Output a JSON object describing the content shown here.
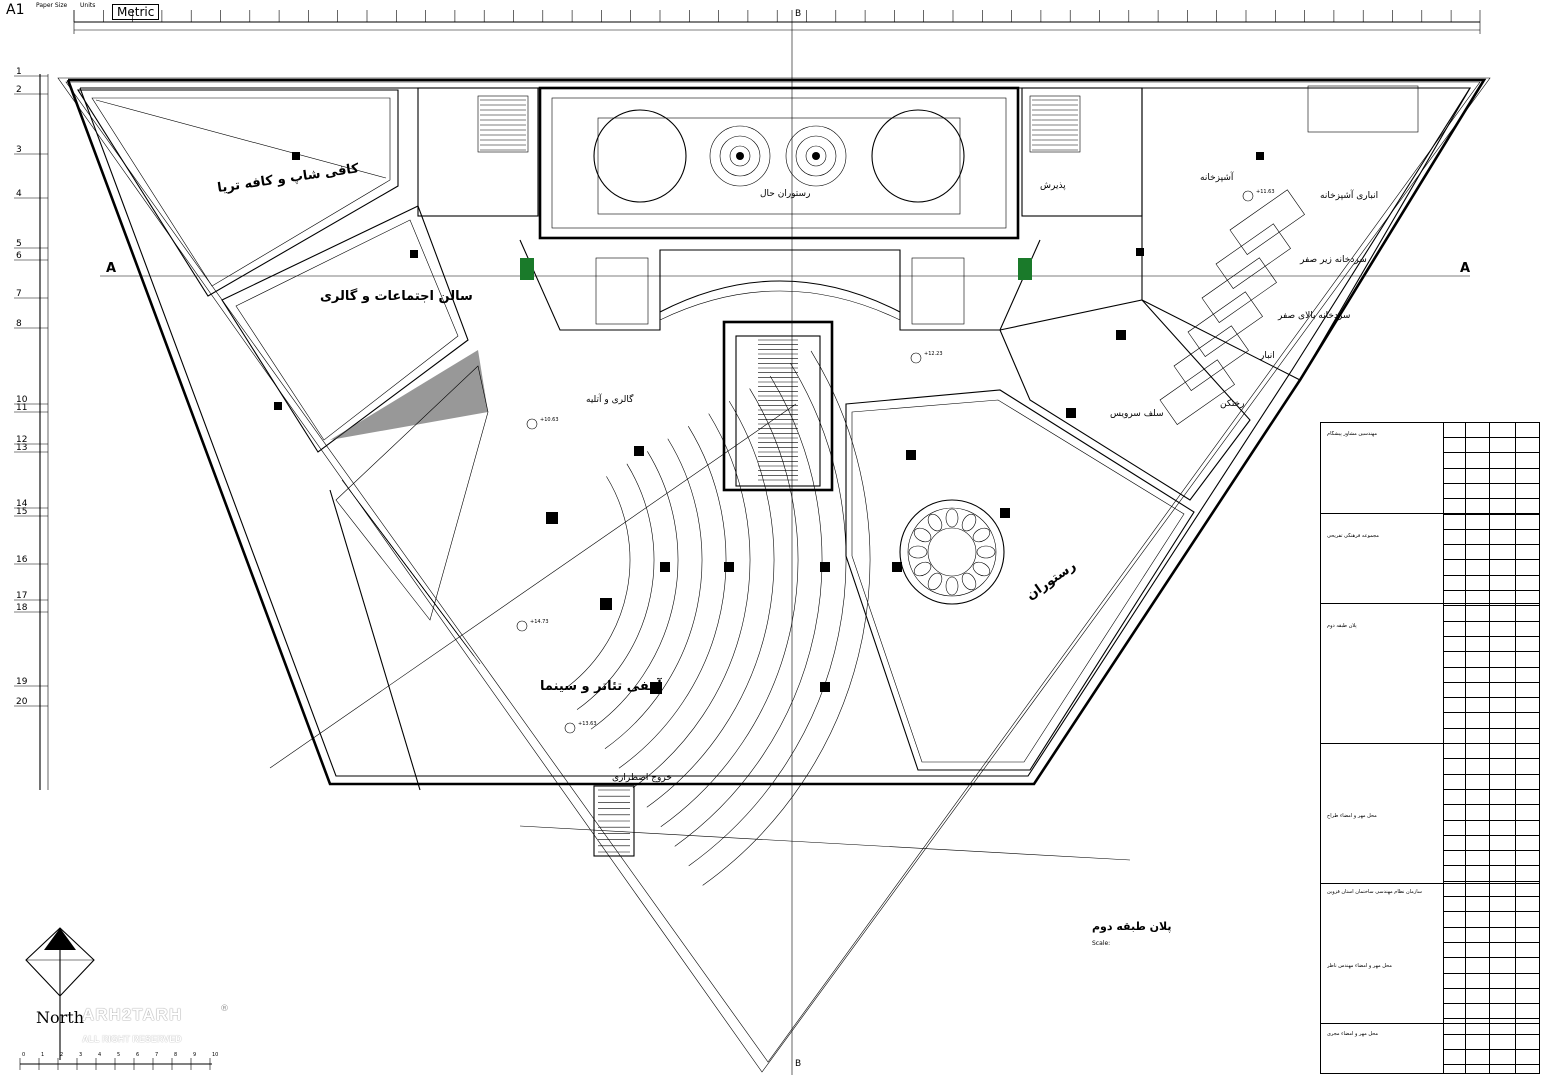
{
  "sheet": {
    "paper_size": "A1",
    "paper_size_label": "Paper Size",
    "units_label": "Units",
    "units_value": "Metric",
    "sheet_title": "پلان طبقه دوم",
    "scale": "Scale:",
    "north_label": "North",
    "watermark": "ARH2TARH",
    "watermark_sub": "ALL RIGHT RESERVED",
    "registered": "®"
  },
  "grid": {
    "left_axis": [
      "1",
      "2",
      "3",
      "4",
      "5",
      "6",
      "7",
      "8",
      "10",
      "11",
      "12",
      "13",
      "14",
      "15",
      "16",
      "17",
      "18",
      "19",
      "20"
    ],
    "section_marks": [
      "A",
      "A",
      "B",
      "B"
    ],
    "scale_bar": [
      "0",
      "1",
      "2",
      "3",
      "4",
      "5",
      "6",
      "7",
      "8",
      "9",
      "10"
    ]
  },
  "rooms": {
    "coffee_shop": "کافی شاپ و کافه تریا",
    "meeting_hall": "سالن اجتماعات و گالری",
    "restaurant_hall": "رستوران حال",
    "kitchen": "آشپزخانه",
    "kitchen_storage": "انباری آشپزخانه",
    "cold_storage": "سردخانه زیر صفر",
    "cold_storage2": "سردخانه بالای صفر",
    "storage": "انبار",
    "restaurant": "رستوران",
    "amphitheater": "آمفی تئاتر و سینما",
    "self_service": "سلف سرویس",
    "gallery": "گالری و آتلیه",
    "emergency_exit": "خروج اضطراری",
    "laundry": "رختکن",
    "reception": "پذیرش"
  },
  "levels": {
    "l1": "+11.63",
    "l2": "+10.63",
    "l3": "+12.23",
    "l4": "+14.73",
    "l5": "+13.63"
  },
  "title_block": {
    "company": "مهندسین مشاور پیشگام",
    "project": "مجموعه فرهنگی تفریحی",
    "drawing": "پلان طبقه دوم",
    "org": "سازمان نظام مهندسی ساختمان استان قزوین",
    "stamp1": "محل مهر و امضاء طراح",
    "stamp2": "محل مهر و امضاء مهندس ناظر",
    "stamp3": "محل مهر و امضاء مجری"
  }
}
